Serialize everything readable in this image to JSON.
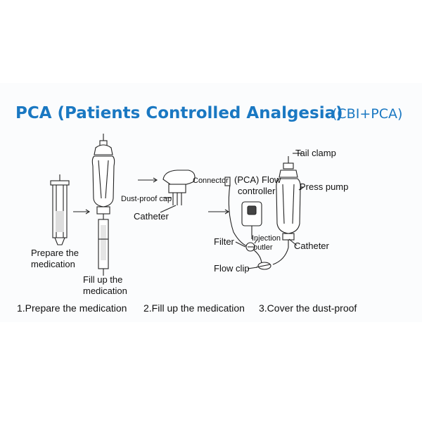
{
  "header": {
    "title": "PCA (Patients Controlled Analgesia)",
    "subtitle": "(CBI+PCA)",
    "title_color": "#1a78c2"
  },
  "labels": {
    "prepare": [
      "Prepare the",
      "medication"
    ],
    "fill": [
      "Fill up the",
      "medication"
    ],
    "dust_proof_cap": "Dust-proof cap",
    "catheter_left": "Catheter",
    "connector": "Connector",
    "pca_flow": "(PCA) Flow",
    "controller": "controller",
    "tail_clamp": "Tail clamp",
    "press_pump": "Press pump",
    "filter": "Filter",
    "injection": "Injection",
    "outler": "outler",
    "catheter_right": "Catheter",
    "flow_clip": "Flow clip"
  },
  "steps": [
    "1.Prepare the medication",
    "2.Fill up the medication",
    "3.Cover the dust-proof"
  ]
}
